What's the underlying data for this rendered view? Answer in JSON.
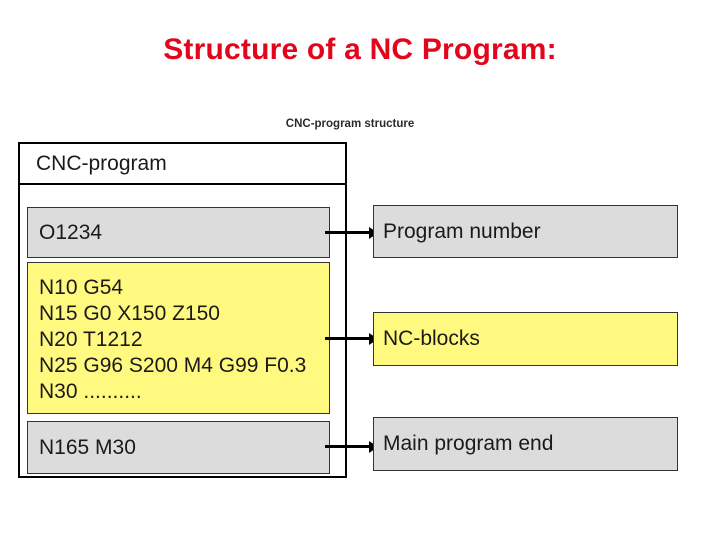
{
  "slide": {
    "title": "Structure of a NC Program:",
    "title_color": "#e3051b",
    "background_color": "#ffffff"
  },
  "diagram": {
    "caption": "CNC-program structure",
    "frame_header": "CNC-program",
    "colors": {
      "gray_fill": "#dcdcdc",
      "yellow_fill": "#fff97f",
      "border": "#000000",
      "text": "#1a1a1a"
    },
    "left_blocks": [
      {
        "id": "program-number",
        "fill": "gray",
        "lines": [
          "O1234"
        ]
      },
      {
        "id": "nc-blocks",
        "fill": "yellow",
        "lines": [
          "N10 G54",
          "N15 G0 X150 Z150",
          "N20 T1212",
          "N25 G96 S200 M4 G99 F0.3",
          "N30 .........."
        ]
      },
      {
        "id": "main-end",
        "fill": "gray",
        "lines": [
          "N165 M30"
        ]
      }
    ],
    "right_labels": [
      {
        "id": "program-number",
        "fill": "gray",
        "text": "Program number"
      },
      {
        "id": "nc-blocks",
        "fill": "yellow",
        "text": "NC-blocks"
      },
      {
        "id": "main-end",
        "fill": "gray",
        "text": "Main program end"
      }
    ]
  }
}
